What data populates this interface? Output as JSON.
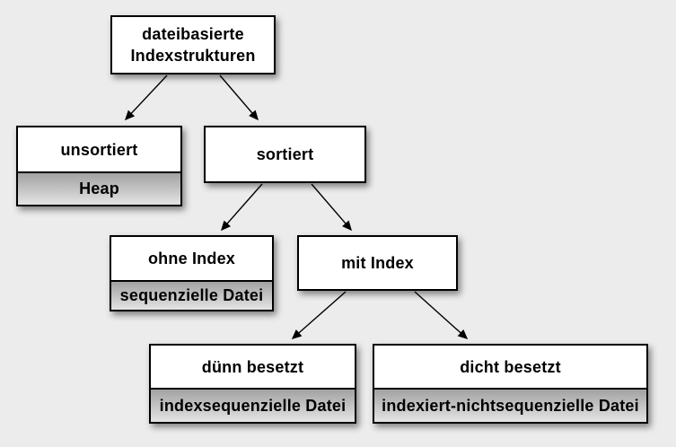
{
  "diagram": {
    "background_color": "#ececec",
    "node_fill_color": "#ffffff",
    "node_border_color": "#000000",
    "sublabel_gradient_top": "#a2a2a2",
    "sublabel_gradient_bottom": "#e4e4e4",
    "arrow_color": "#000000"
  },
  "nodes": {
    "root": {
      "label": "dateibasierte Indexstrukturen"
    },
    "unsortiert": {
      "label": "unsortiert",
      "sublabel": "Heap"
    },
    "sortiert": {
      "label": "sortiert"
    },
    "ohne_index": {
      "label": "ohne Index",
      "sublabel": "sequenzielle Datei"
    },
    "mit_index": {
      "label": "mit Index"
    },
    "duenn_besetzt": {
      "label": "dünn besetzt",
      "sublabel": "indexsequenzielle Datei"
    },
    "dicht_besetzt": {
      "label": "dicht besetzt",
      "sublabel": "indexiert-nichtsequenzielle Datei"
    }
  },
  "edges": [
    {
      "from": "root",
      "to": "unsortiert"
    },
    {
      "from": "root",
      "to": "sortiert"
    },
    {
      "from": "sortiert",
      "to": "ohne_index"
    },
    {
      "from": "sortiert",
      "to": "mit_index"
    },
    {
      "from": "mit_index",
      "to": "duenn_besetzt"
    },
    {
      "from": "mit_index",
      "to": "dicht_besetzt"
    }
  ]
}
